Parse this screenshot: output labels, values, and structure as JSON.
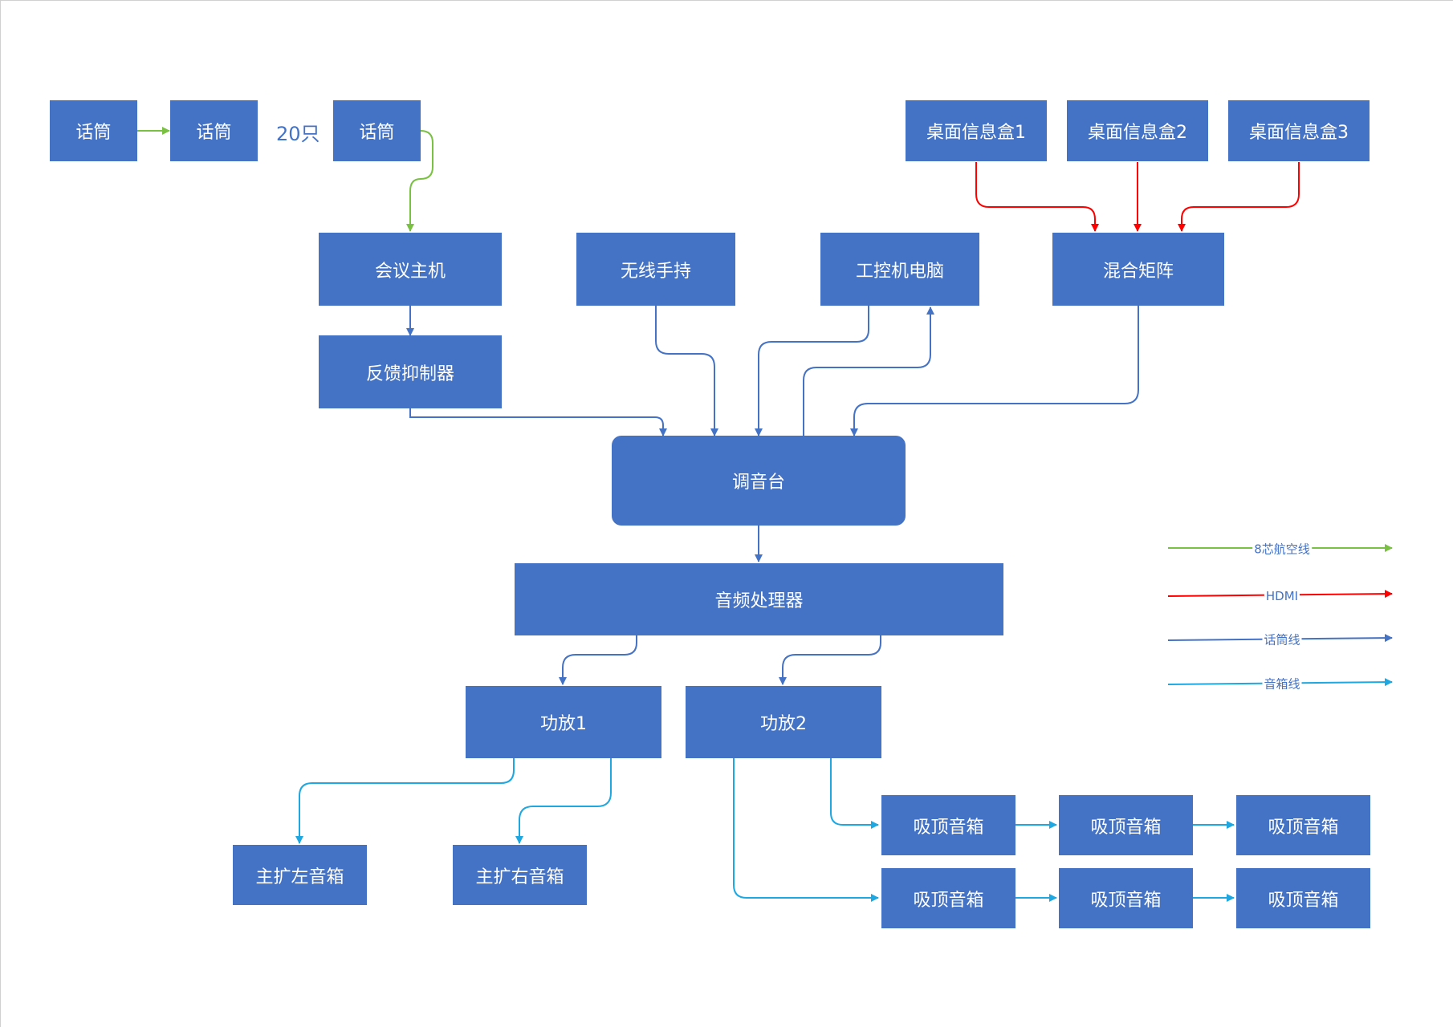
{
  "colors": {
    "box": "#4472c4",
    "box_text": "#ffffff",
    "line_8pin": "#7ac143",
    "line_hdmi": "#ff0000",
    "line_mic": "#4472c4",
    "line_speaker": "#1ea7e1"
  },
  "nodes": {
    "mic1": "话筒",
    "mic2": "话筒",
    "mic3": "话筒",
    "mic_count": "20只",
    "desk_box1": "桌面信息盒1",
    "desk_box2": "桌面信息盒2",
    "desk_box3": "桌面信息盒3",
    "conference_host": "会议主机",
    "wireless_handheld": "无线手持",
    "industrial_pc": "工控机电脑",
    "mixing_matrix": "混合矩阵",
    "feedback_suppressor": "反馈抑制器",
    "mixer": "调音台",
    "audio_processor": "音频处理器",
    "amp1": "功放1",
    "amp2": "功放2",
    "main_left_speaker": "主扩左音箱",
    "main_right_speaker": "主扩右音箱",
    "ceiling_speaker": "吸顶音箱"
  },
  "legend": {
    "l8pin": "8芯航空线",
    "hdmi": "HDMI",
    "mic_line": "话筒线",
    "speaker_line": "音箱线"
  }
}
